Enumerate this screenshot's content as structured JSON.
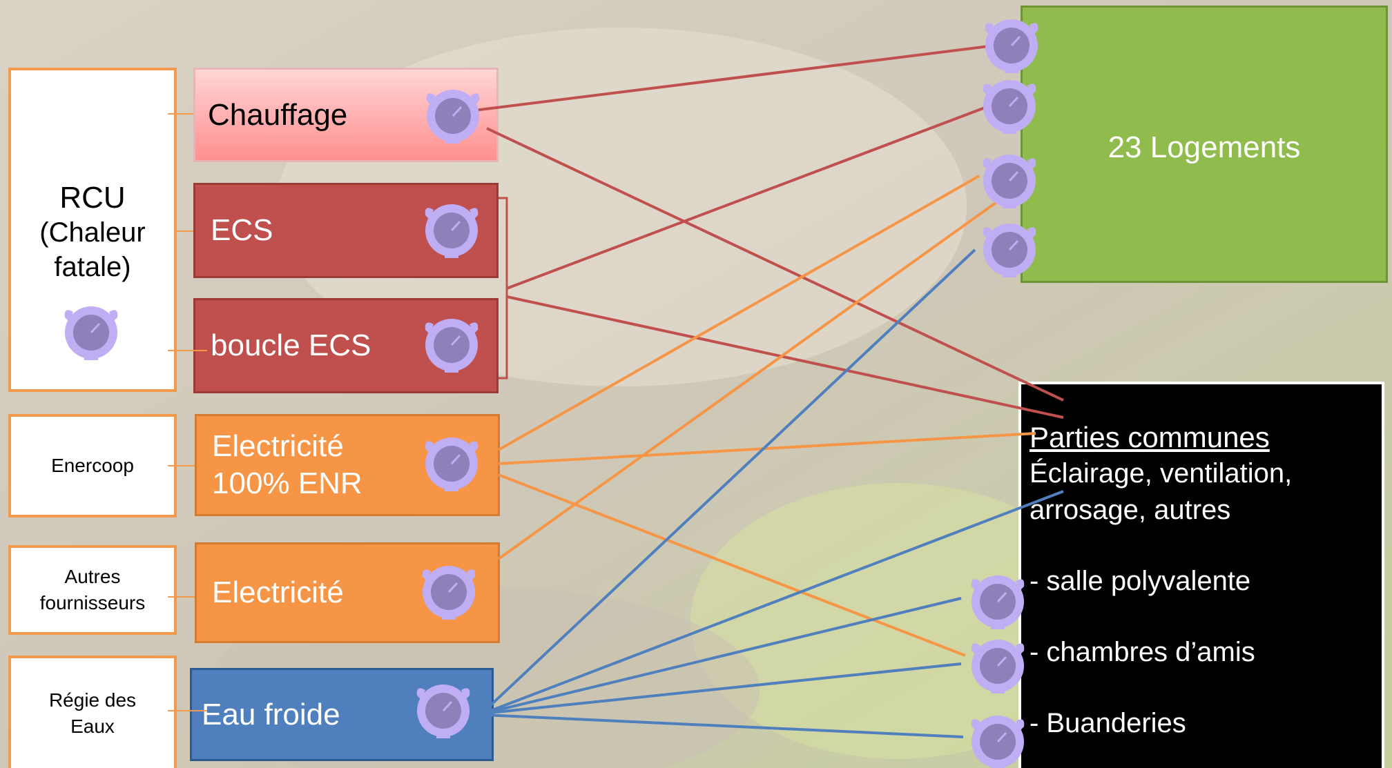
{
  "sources": {
    "rcu_title": "RCU",
    "rcu_sub1": "(Chaleur",
    "rcu_sub2": "fatale)",
    "enercoop": "Enercoop",
    "autres_line1": "Autres",
    "autres_line2": "fournisseurs",
    "regie_line1": "Régie des",
    "regie_line2": "Eaux"
  },
  "utilities": {
    "chauffage": "Chauffage",
    "ecs": "ECS",
    "boucle": "boucle ECS",
    "elec_enr_line1": "Electricité",
    "elec_enr_line2": "100% ENR",
    "elec": "Electricité",
    "eau": "Eau froide"
  },
  "destinations": {
    "logements": "23 Logements",
    "communes_title": "Parties communes",
    "communes_line1": "Éclairage, ventilation,",
    "communes_line2": "arrosage, autres",
    "item1": "- salle polyvalente",
    "item2": "- chambres d’amis",
    "item3": "- Buanderies"
  },
  "colors": {
    "heat": "#c0504d",
    "electricity": "#f69545",
    "water": "#4f80bd",
    "meter": "#b9a6f0",
    "logements": "#8fbc4c"
  }
}
